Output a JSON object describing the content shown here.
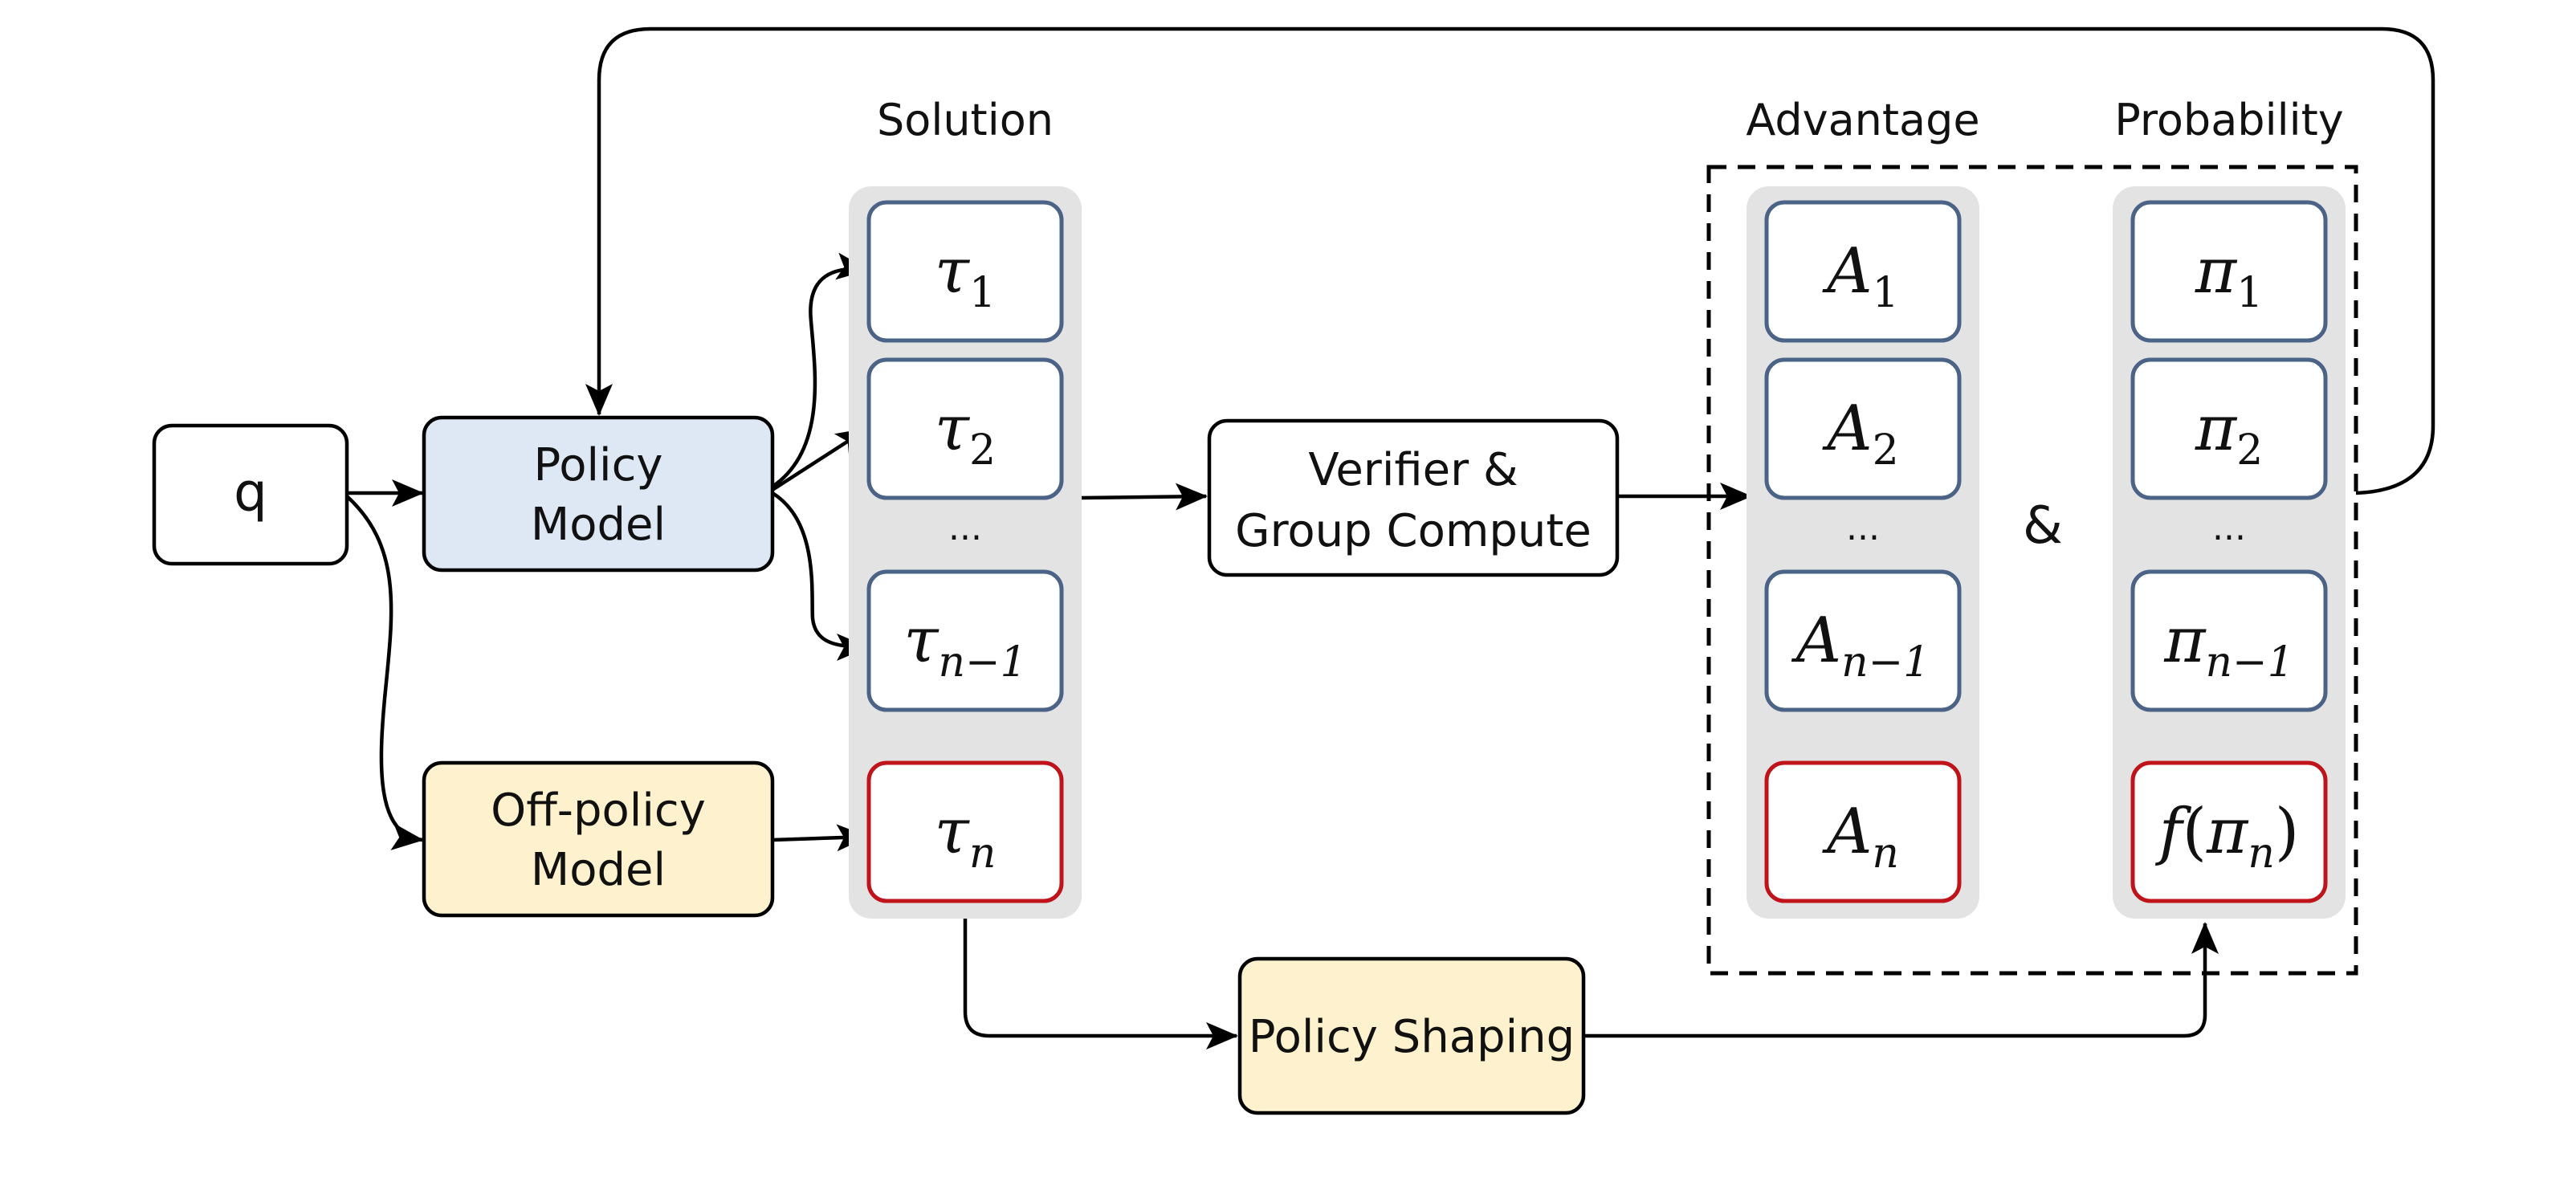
{
  "nodes": {
    "q": "q",
    "policy_model": [
      "Policy",
      "Model"
    ],
    "off_policy_model": [
      "Off-policy",
      "Model"
    ],
    "verifier": [
      "Verifier &",
      "Group Compute"
    ],
    "policy_shaping": "Policy Shaping"
  },
  "headers": {
    "solution": "Solution",
    "advantage": "Advantage",
    "probability": "Probability"
  },
  "solution_items": [
    {
      "base": "τ",
      "sub": "1"
    },
    {
      "base": "τ",
      "sub": "2"
    },
    {
      "base": "τ",
      "sub": "n−1"
    },
    {
      "base": "τ",
      "sub": "n"
    }
  ],
  "advantage_items": [
    {
      "base": "A",
      "sub": "1"
    },
    {
      "base": "A",
      "sub": "2"
    },
    {
      "base": "A",
      "sub": "n−1"
    },
    {
      "base": "A",
      "sub": "n"
    }
  ],
  "probability_items": [
    {
      "base": "π",
      "sub": "1"
    },
    {
      "base": "π",
      "sub": "2"
    },
    {
      "base": "π",
      "sub": "n−1"
    },
    {
      "prefix": "f(",
      "base": "π",
      "sub": "n",
      "suffix": ")"
    }
  ],
  "ellipsis": "...",
  "ampersand": "&",
  "colors": {
    "policy_fill": "#dde8f4",
    "off_policy_fill": "#fdf2cd",
    "shaping_fill": "#fdf2cd",
    "column_bg": "#e3e3e3",
    "item_border": "#4a6387",
    "highlight_border": "#c0141c"
  }
}
